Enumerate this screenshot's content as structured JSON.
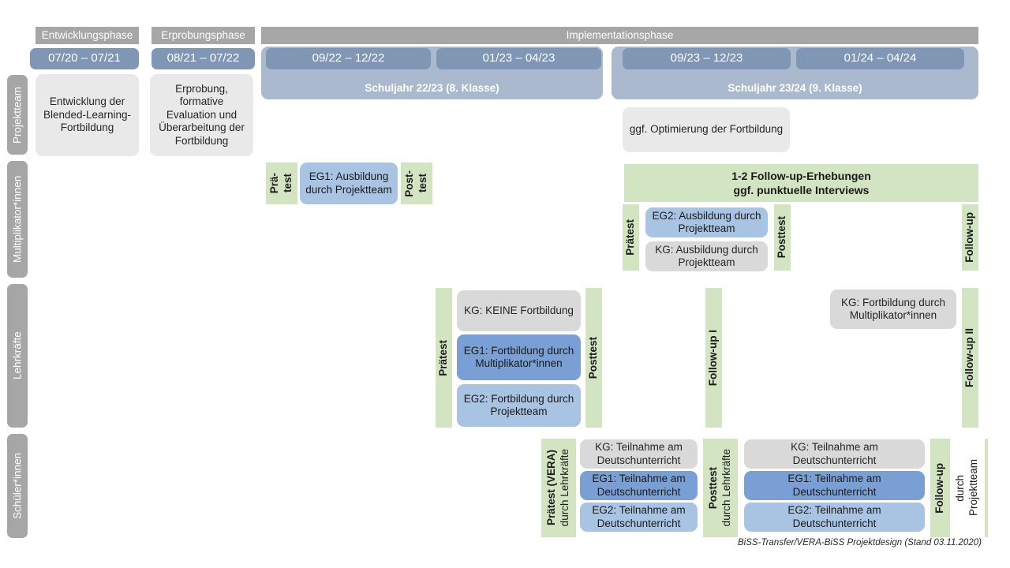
{
  "diagram": {
    "title": "BiSS-Transfer/VERA-BiSS Projektdesign",
    "footer": "BiSS-Transfer/VERA-BiSS Projektdesign (Stand 03.11.2020)",
    "colors": {
      "phase_header": "#a6a6a6",
      "date_box": "#7f96b5",
      "year_band": "#aab9ce",
      "row_label": "#a6a6a6",
      "green_test": "#d3e4c2",
      "card_gray_light": "#e9e9e9",
      "card_gray": "#d9d9d9",
      "card_eg1": "#7a9fd4",
      "card_eg2": "#a9c3e3"
    }
  },
  "phases": [
    {
      "name": "Entwicklungsphase"
    },
    {
      "name": "Erprobungsphase"
    },
    {
      "name": "Implementationsphase"
    }
  ],
  "periods": [
    {
      "label": "07/20 – 07/21"
    },
    {
      "label": "08/21 – 07/22"
    },
    {
      "label": "09/22 – 12/22"
    },
    {
      "label": "01/23 – 04/23"
    },
    {
      "label": "09/23 – 12/23"
    },
    {
      "label": "01/24 – 04/24"
    }
  ],
  "school_years": [
    {
      "label": "Schuljahr 22/23 (8. Klasse)"
    },
    {
      "label": "Schuljahr 23/24 (9. Klasse)"
    }
  ],
  "rows": [
    {
      "key": "projektteam",
      "label": "Projektteam"
    },
    {
      "key": "multiplikatoren",
      "label": "Multiplikator*innen"
    },
    {
      "key": "lehrkraefte",
      "label": "Lehrkräfte"
    },
    {
      "key": "schueler",
      "label": "Schüler*innen"
    }
  ],
  "projektteam": {
    "cards": [
      {
        "text": "Entwicklung der Blended-Learning-Fortbildung"
      },
      {
        "text": "Erprobung, formative Evaluation und Überarbeitung der Fortbildung"
      },
      {
        "text": "ggf. Optimierung der Fortbildung"
      }
    ]
  },
  "multiplikatoren": {
    "pretest_1_line1": "Prä-",
    "pretest_1_line2": "test",
    "posttest_1_line1": "Post-",
    "posttest_1_line2": "test",
    "card_eg1": "EG1: Ausbildung durch Projektteam",
    "followup_band_line1": "1-2 Follow-up-Erhebungen",
    "followup_band_line2": "ggf. punktuelle Interviews",
    "pretest_2": "Prätest",
    "posttest_2": "Posttest",
    "followup": "Follow-up",
    "card_eg2": "EG2: Ausbildung durch Projektteam",
    "card_kg": "KG: Ausbildung durch Projektteam"
  },
  "lehrkraefte": {
    "pretest": "Prätest",
    "posttest": "Posttest",
    "followup_1": "Follow-up I",
    "followup_2": "Follow-up II",
    "card_kg": "KG:  KEINE Fortbildung",
    "card_eg1": "EG1: Fortbildung durch Multiplikator*innen",
    "card_eg2": "EG2: Fortbildung durch Projektteam",
    "card_kg_late": "KG: Fortbildung durch Multiplikator*innen"
  },
  "schueler": {
    "pretest_bold": "Prätest (VERA)",
    "pretest_reg": "durch Lehrkräfte",
    "posttest_bold": "Posttest",
    "posttest_reg": "durch Lehrkräfte",
    "followup_bold": "Follow-up",
    "followup_reg1": "durch",
    "followup_reg2": "Projektteam",
    "block_a": [
      {
        "text": "KG: Teilnahme am Deutschunterricht",
        "style": "gray"
      },
      {
        "text": "EG1: Teilnahme am Deutschunterricht",
        "style": "eg1"
      },
      {
        "text": "EG2: Teilnahme am Deutschunterricht",
        "style": "eg2"
      }
    ],
    "block_b": [
      {
        "text": "KG: Teilnahme am Deutschunterricht",
        "style": "gray"
      },
      {
        "text": "EG1: Teilnahme am Deutschunterricht",
        "style": "eg1"
      },
      {
        "text": "EG2: Teilnahme am Deutschunterricht",
        "style": "eg2"
      }
    ]
  }
}
